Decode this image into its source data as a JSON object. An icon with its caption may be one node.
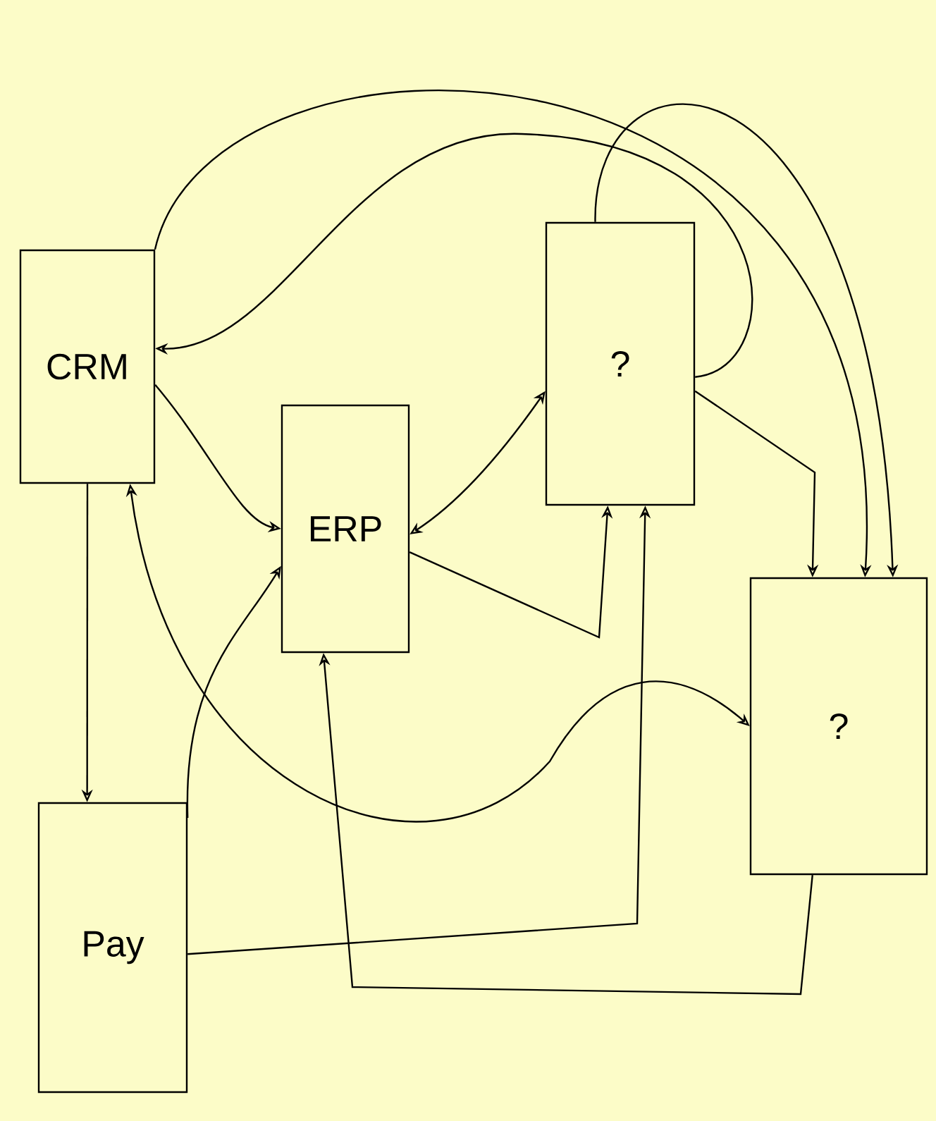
{
  "diagram": {
    "nodes": [
      {
        "text": [
          "CRM"
        ]
      },
      {
        "text": [
          "ERP"
        ]
      },
      {
        "text": [
          "?"
        ]
      },
      {
        "text": [
          "?"
        ]
      },
      {
        "text": [
          "Pay"
        ]
      }
    ],
    "edges": [
      {
        "from": 0,
        "to": 3,
        "arrow": "to"
      },
      {
        "from": 2,
        "to": 0,
        "arrow": "to"
      },
      {
        "from": 2,
        "to": 3,
        "arrow": "to"
      },
      {
        "from": 0,
        "to": 1,
        "arrow": "to"
      },
      {
        "from": 1,
        "to": 2,
        "arrow": "both"
      },
      {
        "from": 2,
        "to": 3,
        "arrow": "to"
      },
      {
        "from": 0,
        "to": 4,
        "arrow": "to"
      },
      {
        "from": 0,
        "to": 3,
        "arrow": "both"
      },
      {
        "from": 4,
        "to": 1,
        "arrow": "to"
      },
      {
        "from": 1,
        "to": 2,
        "arrow": "to"
      },
      {
        "from": 4,
        "to": 2,
        "arrow": "to"
      },
      {
        "from": 3,
        "to": 1,
        "arrow": "to"
      }
    ]
  }
}
